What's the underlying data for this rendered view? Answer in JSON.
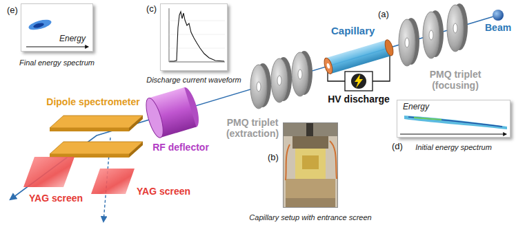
{
  "diagram": {
    "nodes": [
      {
        "text": [
          "Energy",
          "Final energy spectrum"
        ]
      },
      {
        "text": [
          "Discharge current waveform"
        ]
      },
      {
        "text": [
          "Energy",
          "Initial energy spectrum"
        ]
      },
      {
        "text": [
          "Capillary setup with entrance screen"
        ]
      }
    ],
    "labels": [
      "(e)",
      "(c)",
      "(a)",
      "Capillary",
      "Beam",
      "PMQ triplet (focusing)",
      "HV discharge",
      "(d)",
      "Dipole spectrometer",
      "RF deflector",
      "PMQ triplet (extraction)",
      "(b)",
      "YAG screen",
      "YAG screen"
    ]
  }
}
